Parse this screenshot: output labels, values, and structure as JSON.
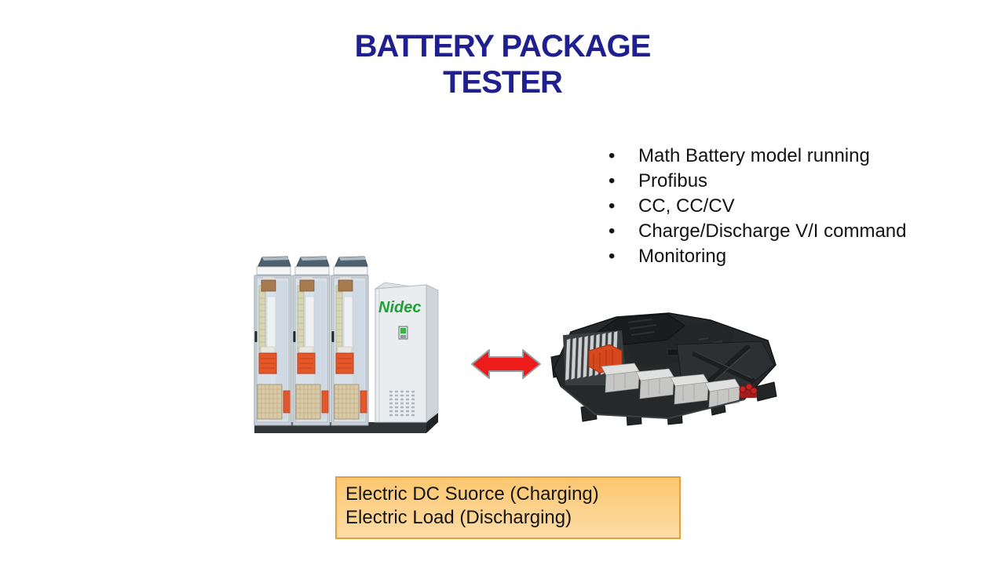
{
  "slide": {
    "background": "#FFFFFF",
    "title": {
      "line1": "BATTERY PACKAGE",
      "line2": "TESTER",
      "color": "#1F1F8F"
    }
  },
  "features": {
    "items": [
      {
        "label": "Math Battery model running"
      },
      {
        "label": "Profibus"
      },
      {
        "label": "CC, CC/CV"
      },
      {
        "label": "Charge/Discharge V/I command"
      },
      {
        "label": "Monitoring"
      }
    ]
  },
  "tester_image": {
    "alt": "Three-bay battery package tester cabinets",
    "brand": "Nidec",
    "brand_color": "#1FA037"
  },
  "battery_image": {
    "alt": "EV battery pack"
  },
  "connection_arrow": {
    "fill": "#EE1B1B",
    "outline": "#93A0A8"
  },
  "caption_box": {
    "line1": "Electric DC Suorce (Charging)",
    "line2": "Electric Load (Discharging)",
    "fill_top": "#FBC76F",
    "fill_bottom": "#FDDCA6",
    "border_color": "#E3A13E"
  }
}
